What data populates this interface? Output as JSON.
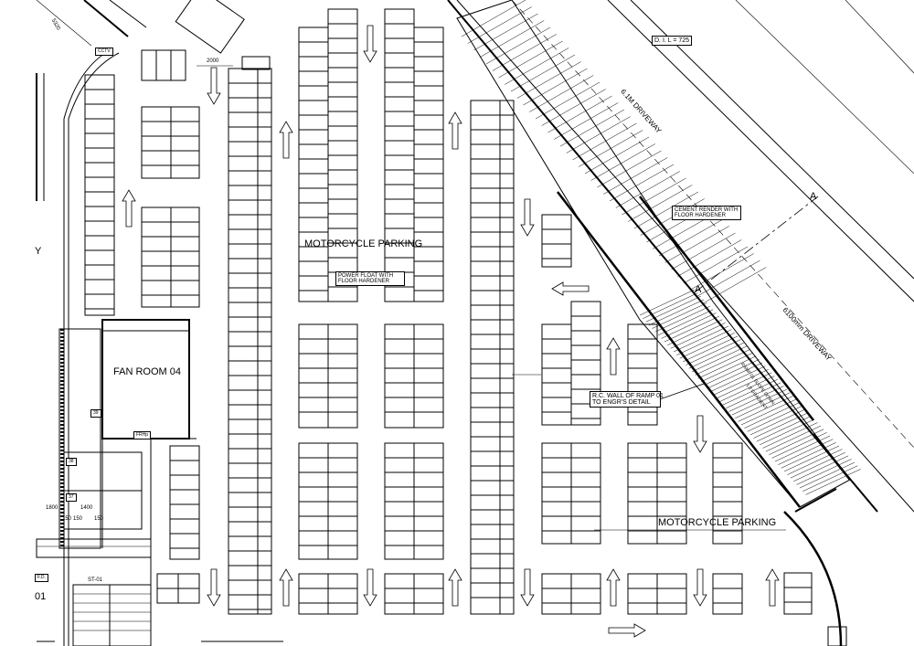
{
  "labels": {
    "motorcycle_parking_1": "MOTORCYCLE PARKING",
    "motorcycle_parking_2": "MOTORCYCLE PARKING",
    "fan_room": "FAN ROOM 04",
    "power_float": "POWER FLOAT WITH FLOOR HARDENER",
    "cement_render": "CEMENT RENDER WITH FLOOR HARDENER",
    "rc_wall_1": "R.C. WALL OF RAMP 01",
    "rc_wall_2": "TO ENGR'S DETAIL",
    "driveway_1": "6.1M DRIVEWAY",
    "driveway_2": "6100mm DRIVEWAY",
    "dil": "D. I. L = 725",
    "dim_2000": "2000",
    "dim_1800": "1800",
    "dim_1400": "1400",
    "dim_150a": "150",
    "dim_150b": "150",
    "dim_150c": "150",
    "dim_5320": "5320",
    "stair": "ST-01",
    "room_39": "39",
    "room_38": "38",
    "room_37": "37",
    "section_a": "A",
    "section_a2": "A",
    "cctv": "CCTV",
    "fd": "F.D.",
    "letter_y": "Y",
    "num_01": "01",
    "ramp_note": "RAMP 01 SLOPE DOWN",
    "ramp_note2": "1:8 GRADIENT",
    "fire_tag": "FRHp"
  }
}
